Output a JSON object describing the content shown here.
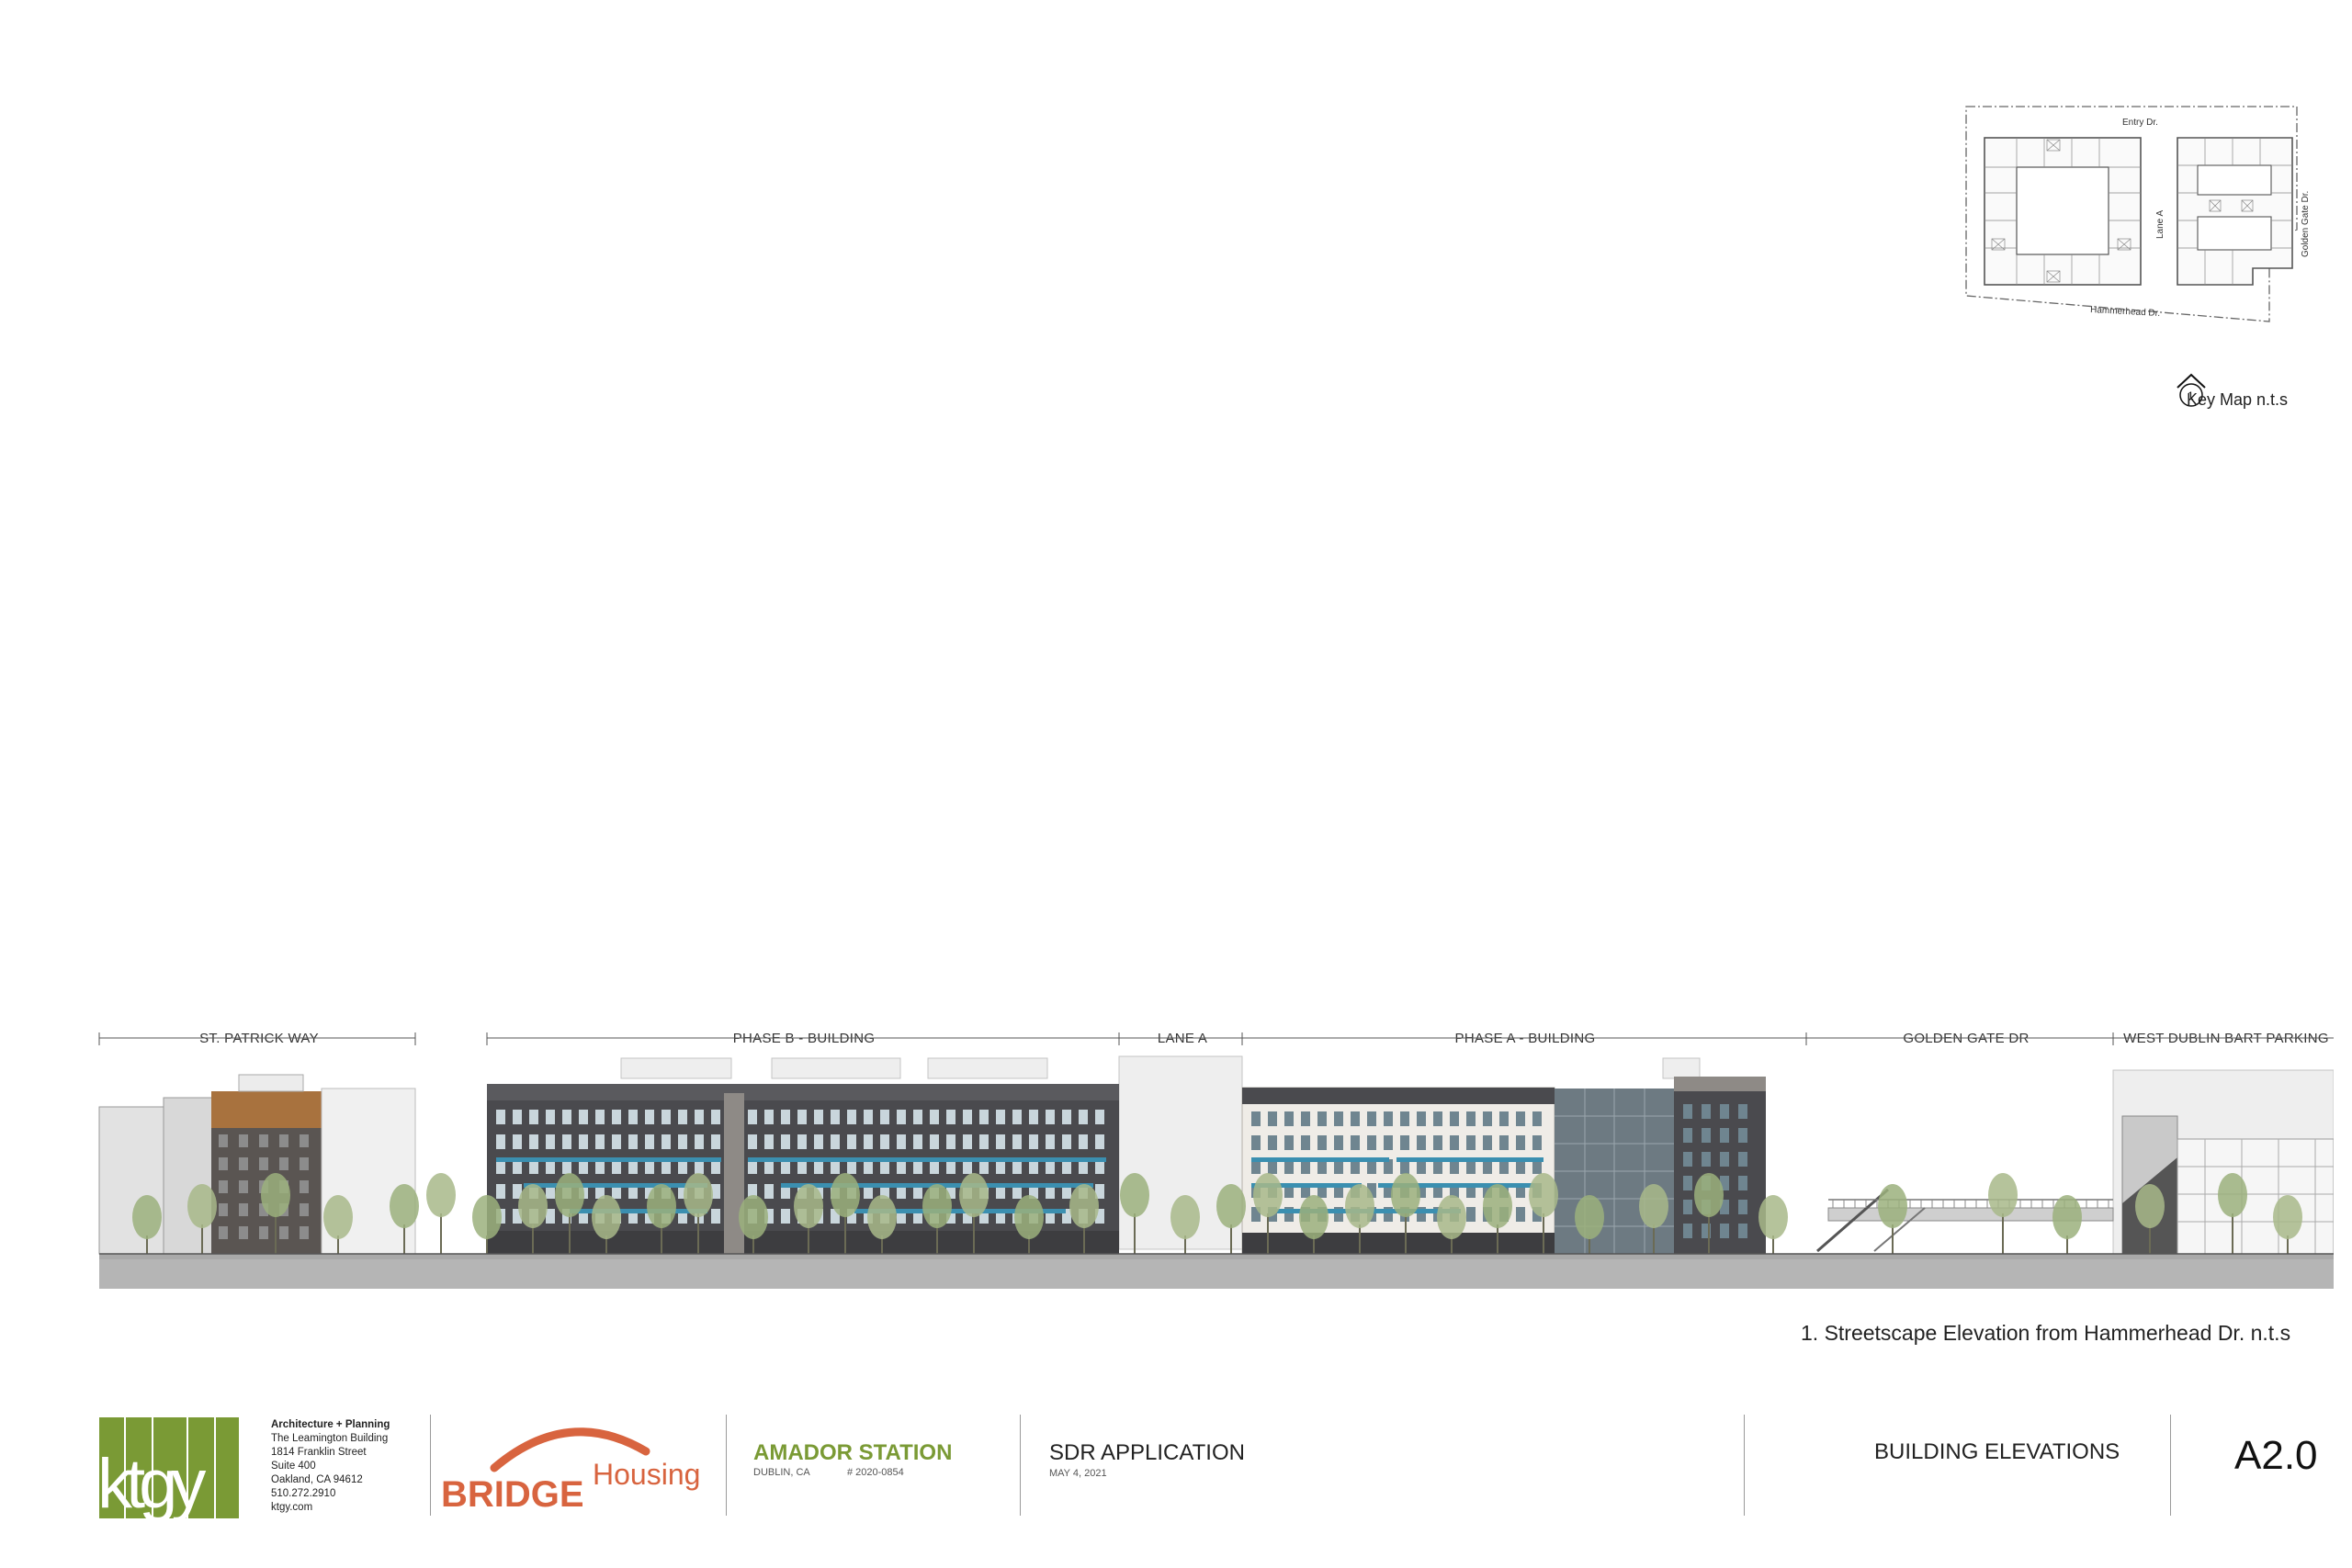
{
  "key_map": {
    "streets": {
      "top": "Entry Dr.",
      "middle": "Lane A",
      "right": "Golden Gate Dr.",
      "bottom": "Hammerhead Dr."
    },
    "marker": "1",
    "label": "Key Map n.t.s"
  },
  "elevation": {
    "sections": [
      "ST. PATRICK WAY",
      "PHASE B - BUILDING",
      "LANE A",
      "PHASE A - BUILDING",
      "GOLDEN GATE DR",
      "WEST DUBLIN BART PARKING"
    ],
    "caption": "1. Streetscape Elevation from Hammerhead Dr. n.t.s"
  },
  "title_block": {
    "logo_text": "ktgy",
    "firm": {
      "heading": "Architecture + Planning",
      "lines": [
        "The Leamington Building",
        "1814 Franklin Street",
        "Suite 400",
        "Oakland, CA  94612",
        "510.272.2910",
        "ktgy.com"
      ]
    },
    "client_logo": {
      "primary": "BRIDGE",
      "secondary": "Housing"
    },
    "project": {
      "name": "AMADOR STATION",
      "city": "DUBLIN, CA",
      "number": "# 2020-0854"
    },
    "application": {
      "title": "SDR APPLICATION",
      "date": "MAY 4, 2021"
    },
    "sheet": {
      "title": "BUILDING ELEVATIONS",
      "number": "A2.0"
    }
  },
  "colors": {
    "brand_green": "#7a9a35",
    "bridge_orange": "#d8643f",
    "accent_blue": "#3b8fb0",
    "dark_facade": "#4a4a4e"
  }
}
